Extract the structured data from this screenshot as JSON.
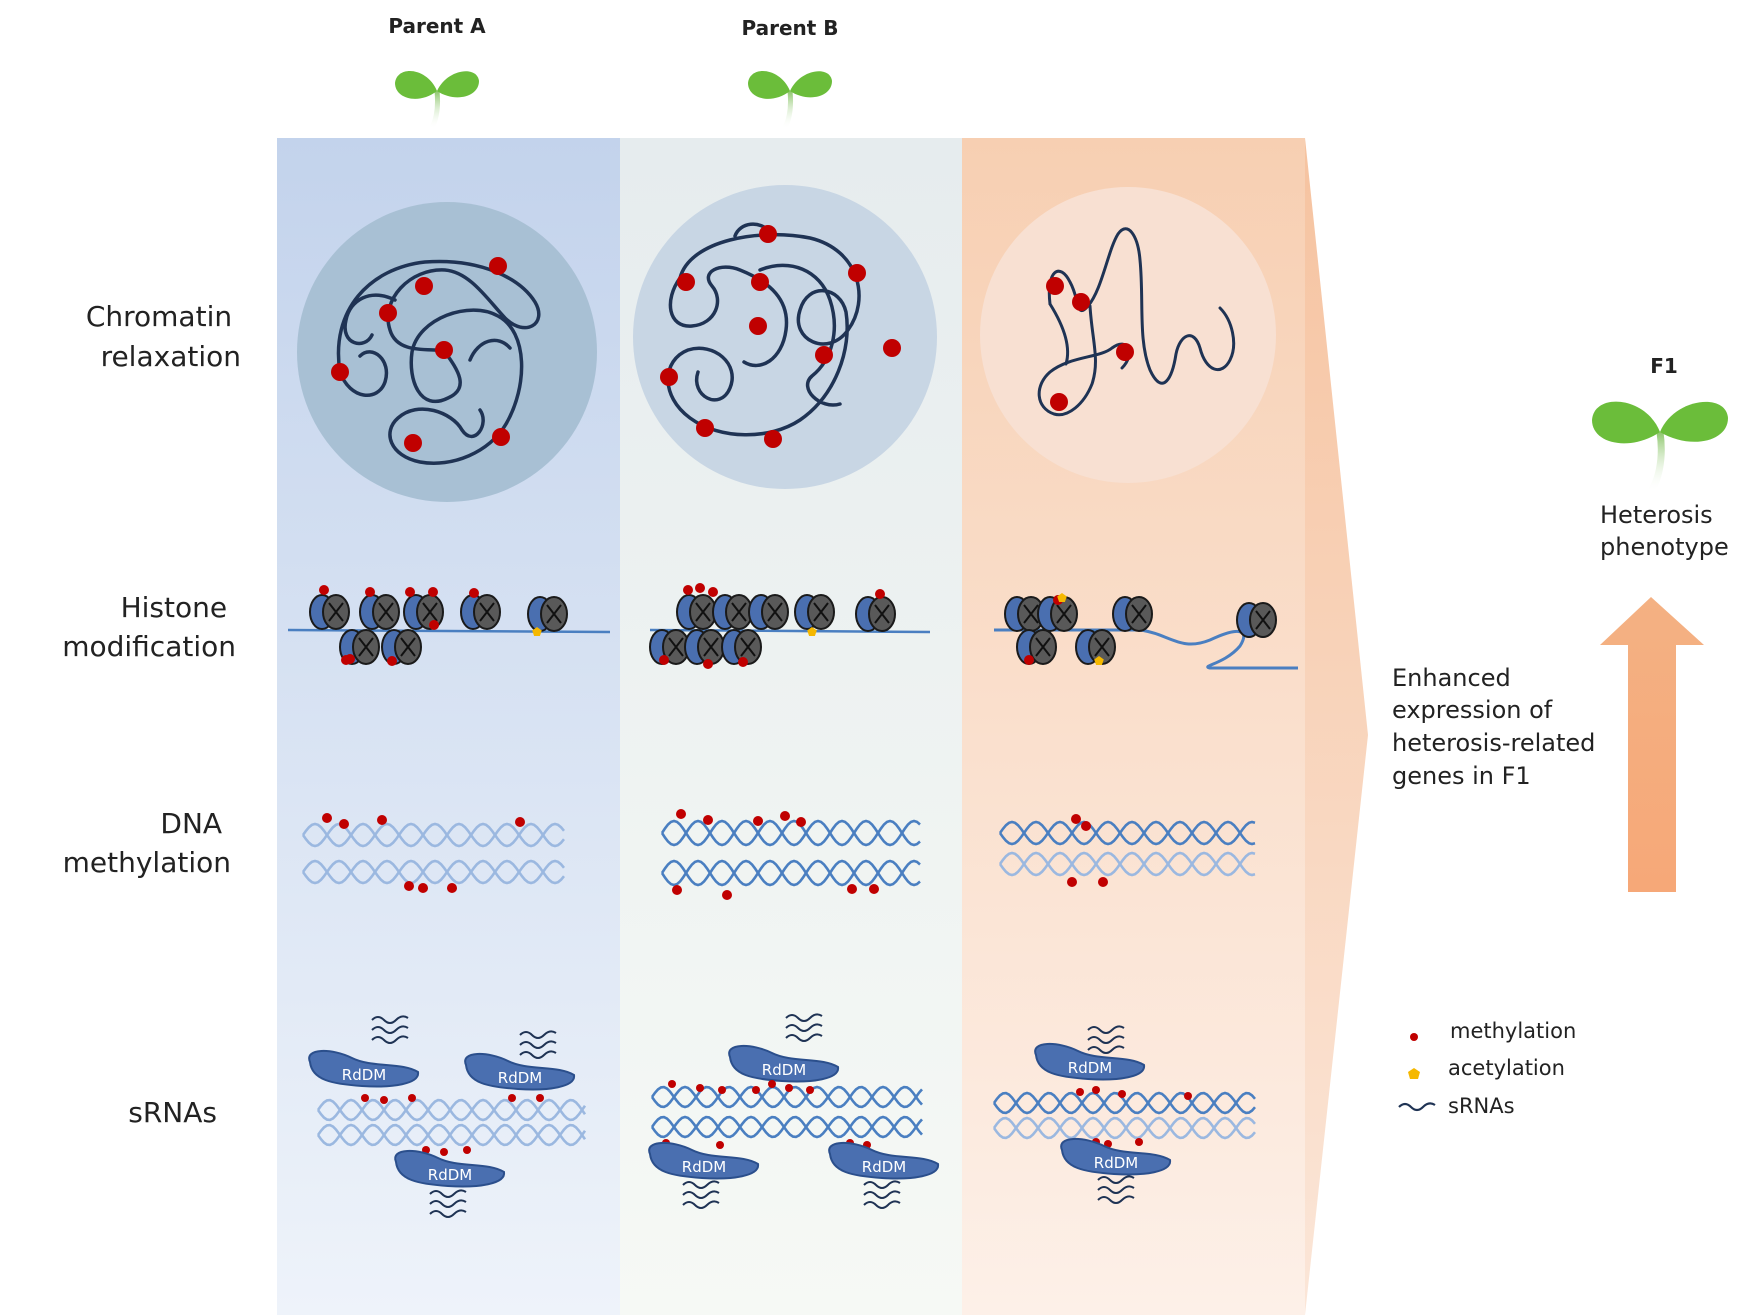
{
  "parents": {
    "a": "Parent A",
    "b": "Parent B"
  },
  "rows": {
    "chromatin": [
      "Chromatin",
      "relaxation"
    ],
    "histone": [
      "Histone",
      "modification"
    ],
    "dna": [
      "DNA",
      "methylation"
    ],
    "srna": "sRNAs"
  },
  "rdDM": "RdDM",
  "enhanced": [
    "Enhanced",
    "expression of",
    "heterosis-related",
    "genes in F1"
  ],
  "f1": {
    "label": "F1",
    "phenotype": [
      "Heterosis",
      "phenotype"
    ]
  },
  "legend": {
    "methylation": "methylation",
    "acetylation": "acetylation",
    "srnas": "sRNAs"
  },
  "colors": {
    "methyl": "#c00000",
    "acetyl": "#f5b800",
    "strand": "#4a7fc1",
    "strand_light": "#9bb8e0",
    "chromatin": "#1f3354",
    "leaf": "#6bbd3a",
    "arrow": "#f4b183"
  }
}
